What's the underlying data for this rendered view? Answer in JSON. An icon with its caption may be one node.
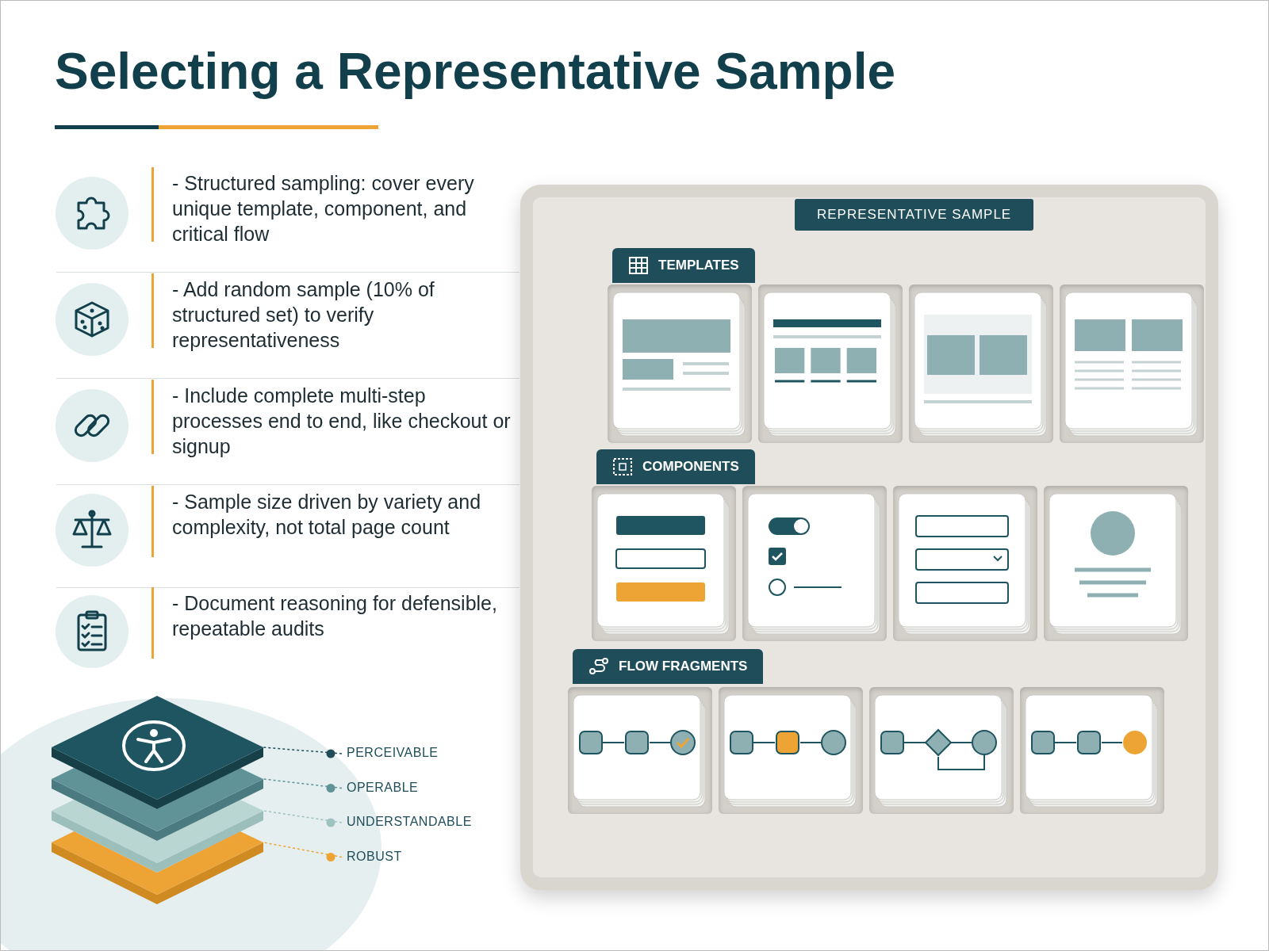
{
  "diagram": {
    "title": "Selecting a Representative Sample",
    "nodes": [
      {
        "text": [
          "REPRESENTATIVE SAMPLE"
        ]
      },
      {
        "text": [
          "TEMPLATES"
        ],
        "in": 0
      },
      {
        "text": [
          "COMPONENTS"
        ],
        "in": 0
      },
      {
        "text": [
          "FLOW FRAGMENTS"
        ],
        "in": 0
      },
      {
        "text": [],
        "shape": "diamond"
      },
      {
        "text": [],
        "shape": "diamond"
      },
      {
        "text": [],
        "shape": "diamond"
      },
      {
        "text": [],
        "shape": "diamond"
      },
      {
        "text": [
          "PERCEIVABLE"
        ]
      },
      {
        "text": [
          "OPERABLE"
        ]
      },
      {
        "text": [
          "UNDERSTANDABLE"
        ]
      },
      {
        "text": [
          "ROBUST"
        ]
      }
    ],
    "edges": [
      {
        "from": 8,
        "to": 4,
        "arrow": "none",
        "style": "dashed",
        "color": "#1f4e5a"
      },
      {
        "from": 9,
        "to": 5,
        "arrow": "none",
        "style": "dashed",
        "color": "#5f9398"
      },
      {
        "from": 10,
        "to": 6,
        "arrow": "none",
        "style": "dashed",
        "color": "#9cc3c0"
      },
      {
        "from": 11,
        "to": 7,
        "arrow": "none",
        "style": "dashed",
        "color": "#eea435"
      }
    ],
    "labels": [
      "- Structured sampling: cover every unique template, component, and critical flow",
      "- Add random sample (10% of structured set) to verify representativeness",
      "- Include complete multi-step processes end to end, like checkout or signup",
      "- Sample size driven by variety and complexity, not total page count",
      "- Document reasoning for defensible, repeatable audits"
    ]
  }
}
